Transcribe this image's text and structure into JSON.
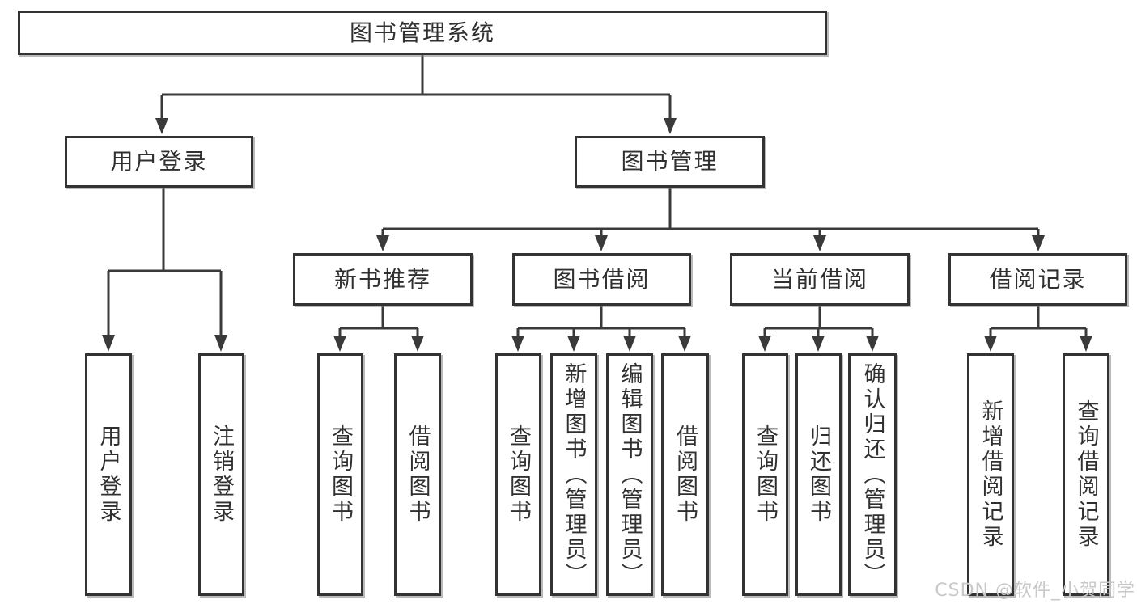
{
  "diagram": {
    "title": "图书管理系统",
    "branches": [
      {
        "label": "用户登录",
        "children": [
          {
            "label": "用户登录"
          },
          {
            "label": "注销登录"
          }
        ]
      },
      {
        "label": "图书管理",
        "children": [
          {
            "label": "新书推荐",
            "children": [
              {
                "label": "查询图书"
              },
              {
                "label": "借阅图书"
              }
            ]
          },
          {
            "label": "图书借阅",
            "children": [
              {
                "label": "查询图书"
              },
              {
                "label": "新增图书（管理员）"
              },
              {
                "label": "编辑图书（管理员）"
              },
              {
                "label": "借阅图书"
              }
            ]
          },
          {
            "label": "当前借阅",
            "children": [
              {
                "label": "查询图书"
              },
              {
                "label": "归还图书"
              },
              {
                "label": "确认归还（管理员）"
              }
            ]
          },
          {
            "label": "借阅记录",
            "children": [
              {
                "label": "新增借阅记录"
              },
              {
                "label": "查询借阅记录"
              }
            ]
          }
        ]
      }
    ]
  },
  "watermark": {
    "text": "CSDN @软件_小贺同学"
  },
  "colors": {
    "line": "#3a3a3a",
    "box_border": "#333333",
    "text": "#303030",
    "watermark": "#c8c8c8",
    "background": "#ffffff"
  }
}
